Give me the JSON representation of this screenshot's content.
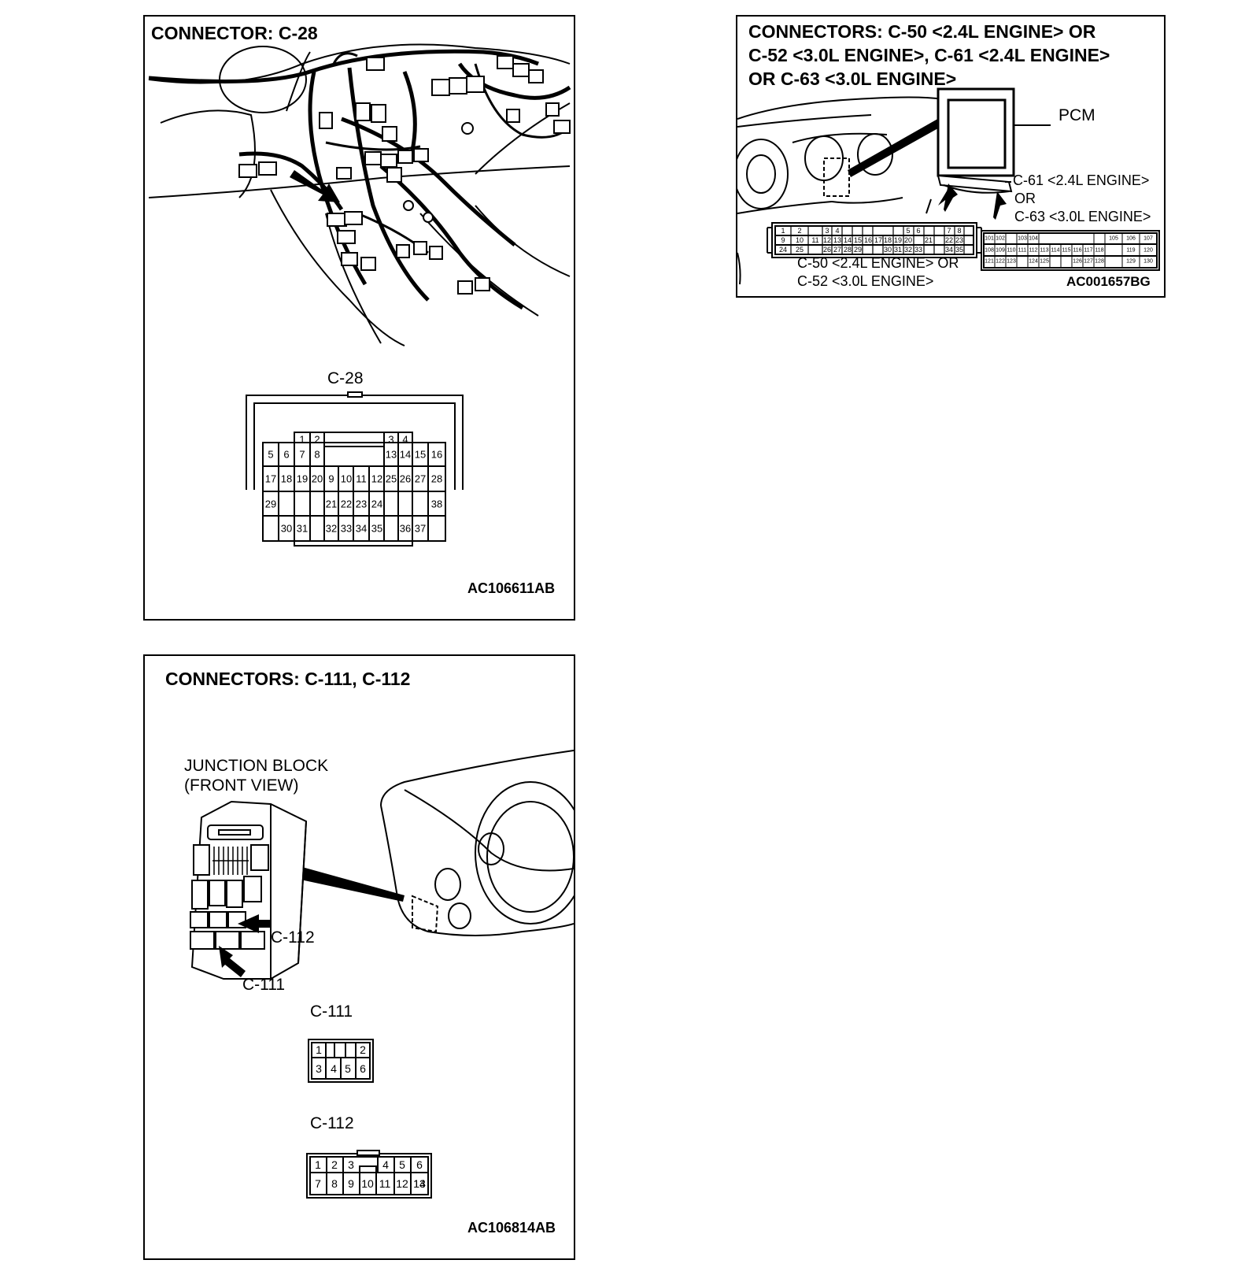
{
  "panel_c28": {
    "title": "CONNECTOR: C-28",
    "connector_label": "C-28",
    "code": "AC106611AB",
    "pins": [
      "1",
      "2",
      "3",
      "4",
      "5",
      "6",
      "7",
      "8",
      "9",
      "10",
      "11",
      "12",
      "13",
      "14",
      "15",
      "16",
      "17",
      "18",
      "19",
      "20",
      "21",
      "22",
      "23",
      "24",
      "25",
      "26",
      "27",
      "28",
      "29",
      "30",
      "31",
      "32",
      "33",
      "34",
      "35",
      "36",
      "37",
      "38"
    ]
  },
  "panel_c50": {
    "title_lines": [
      "CONNECTORS: C-50 <2.4L ENGINE> OR",
      "C-52 <3.0L ENGINE>, C-61 <2.4L ENGINE>",
      "OR C-63 <3.0L ENGINE>"
    ],
    "pcm_label": "PCM",
    "c61_label": "C-61 <2.4L ENGINE>",
    "or_label": "OR",
    "c63_label": "C-63 <3.0L ENGINE>",
    "c50_line1": "C-50 <2.4L ENGINE> OR",
    "c50_line2": "C-52 <3.0L ENGINE>",
    "code": "AC001657BG",
    "left_pins": [
      "1",
      "2",
      "3",
      "4",
      "5",
      "6",
      "7",
      "8",
      "9",
      "10",
      "11",
      "12",
      "13",
      "14",
      "15",
      "16",
      "17",
      "18",
      "19",
      "20",
      "21",
      "22",
      "23",
      "24",
      "25",
      "26",
      "27",
      "28",
      "29",
      "30",
      "31",
      "32",
      "33",
      "34",
      "35"
    ],
    "right_pins": [
      "101",
      "102",
      "103",
      "104",
      "105",
      "106",
      "107",
      "108",
      "109",
      "110",
      "111",
      "112",
      "113",
      "114",
      "115",
      "116",
      "117",
      "118",
      "119",
      "120",
      "121",
      "122",
      "123",
      "124",
      "125",
      "126",
      "127",
      "128",
      "129",
      "130"
    ]
  },
  "panel_c111": {
    "title": "CONNECTORS: C-111, C-112",
    "jb_line1": "JUNCTION BLOCK",
    "jb_line2": "(FRONT VIEW)",
    "c112_callout": "C-112",
    "c111_callout": "C-111",
    "c111_label": "C-111",
    "c112_label": "C-112",
    "code": "AC106814AB",
    "c111_pins": [
      "1",
      "2",
      "3",
      "4",
      "5",
      "6"
    ],
    "c112_pins": [
      "1",
      "2",
      "3",
      "4",
      "5",
      "6",
      "7",
      "8",
      "9",
      "10",
      "11",
      "12",
      "13",
      "14"
    ]
  }
}
